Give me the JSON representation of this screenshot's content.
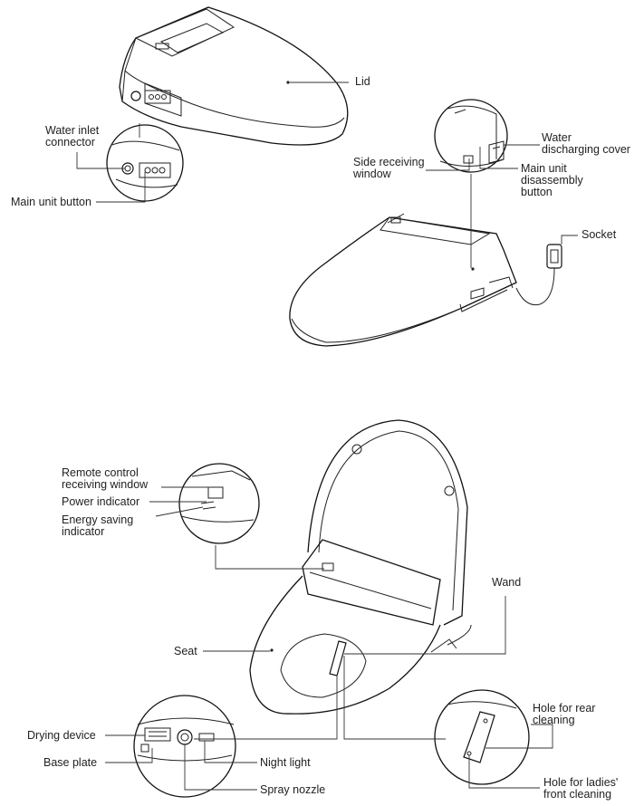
{
  "colors": {
    "line": "#222222",
    "background": "#ffffff"
  },
  "labels": {
    "lid": "Lid",
    "water_inlet_connector": "Water inlet\nconnector",
    "main_unit_button": "Main unit button",
    "side_receiving_window": "Side receiving\nwindow",
    "water_discharging_cover": "Water\ndischarging cover",
    "main_unit_disassembly_button": "Main unit\ndisassembly\nbutton",
    "socket": "Socket",
    "remote_control_receiving_window": "Remote control\nreceiving window",
    "power_indicator": "Power indicator",
    "energy_saving_indicator": "Energy saving\nindicator",
    "wand": "Wand",
    "seat": "Seat",
    "drying_device": "Drying device",
    "base_plate": "Base plate",
    "night_light": "Night light",
    "spray_nozzle": "Spray nozzle",
    "hole_for_rear_cleaning": "Hole for rear\ncleaning",
    "hole_for_ladies_front_cleaning": "Hole for ladies'\nfront cleaning"
  }
}
